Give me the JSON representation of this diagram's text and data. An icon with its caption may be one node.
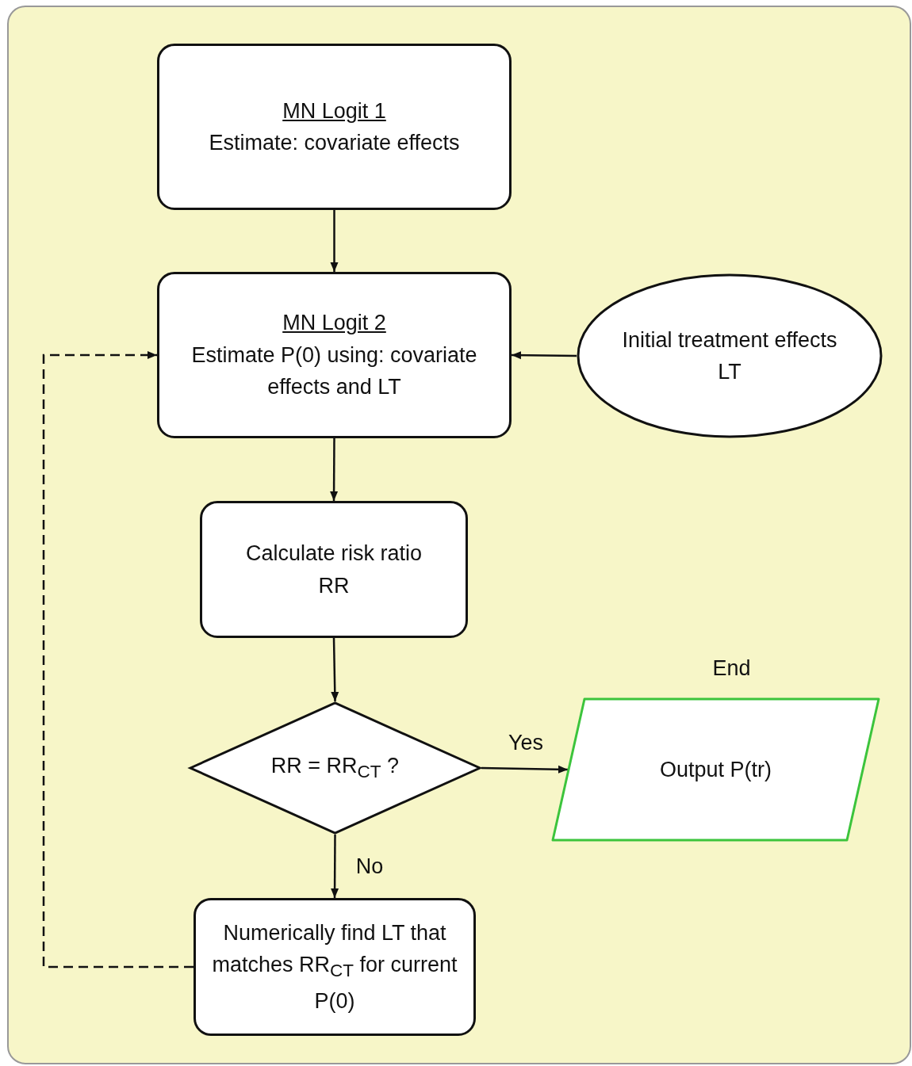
{
  "diagram": {
    "nodes": [
      {
        "text": [
          "MN Logit 1",
          "Estimate: covariate effects"
        ]
      },
      {
        "text": [
          "MN Logit 2",
          "Estimate P(0) using: covariate effects and LT"
        ]
      },
      {
        "text": [
          "Initial treatment effects",
          "LT"
        ]
      },
      {
        "text": [
          "Calculate risk ratio",
          "RR"
        ]
      },
      {
        "text": [
          "RR = RR$_{CT}$ ?"
        ]
      },
      {
        "text": [
          "Output P(tr)"
        ],
        "beside": [
          "End"
        ]
      },
      {
        "text": [
          "Numerically find LT that matches RR$_{CT}$ for current P(0)"
        ]
      }
    ],
    "edges": [
      {
        "from": 0,
        "to": 1,
        "arrow": "to"
      },
      {
        "from": 2,
        "to": 1,
        "arrow": "to"
      },
      {
        "from": 1,
        "to": 3,
        "arrow": "to"
      },
      {
        "from": 3,
        "to": 4,
        "arrow": "to"
      },
      {
        "from": 4,
        "to": 5,
        "arrow": "to",
        "label": "Yes"
      },
      {
        "from": 4,
        "to": 6,
        "arrow": "to",
        "label": "No"
      },
      {
        "from": 6,
        "to": 1,
        "arrow": "to",
        "style": "dashed"
      }
    ]
  }
}
